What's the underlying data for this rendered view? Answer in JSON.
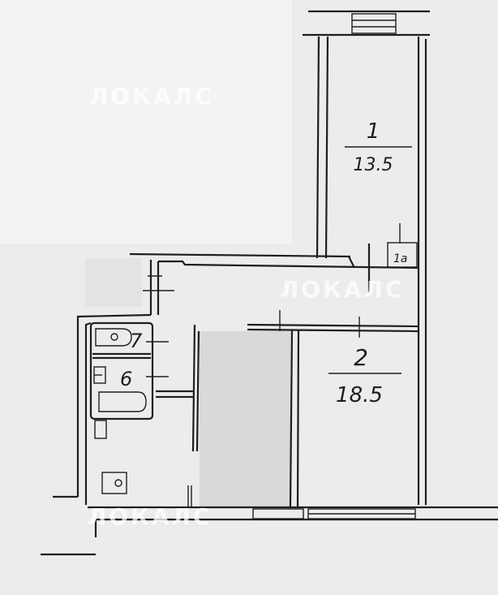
{
  "plan": {
    "rooms": [
      {
        "number": "1",
        "area": "13.5"
      },
      {
        "number": "2",
        "area": "18.5"
      }
    ],
    "wet_rooms": [
      {
        "number": "7"
      },
      {
        "number": "6"
      }
    ],
    "niche_label": "1а",
    "watermark": "ЛОКАЛС",
    "colors": {
      "background": "#ececec",
      "lines": "#1e1e1e",
      "masked": "#d9d9d9"
    }
  }
}
